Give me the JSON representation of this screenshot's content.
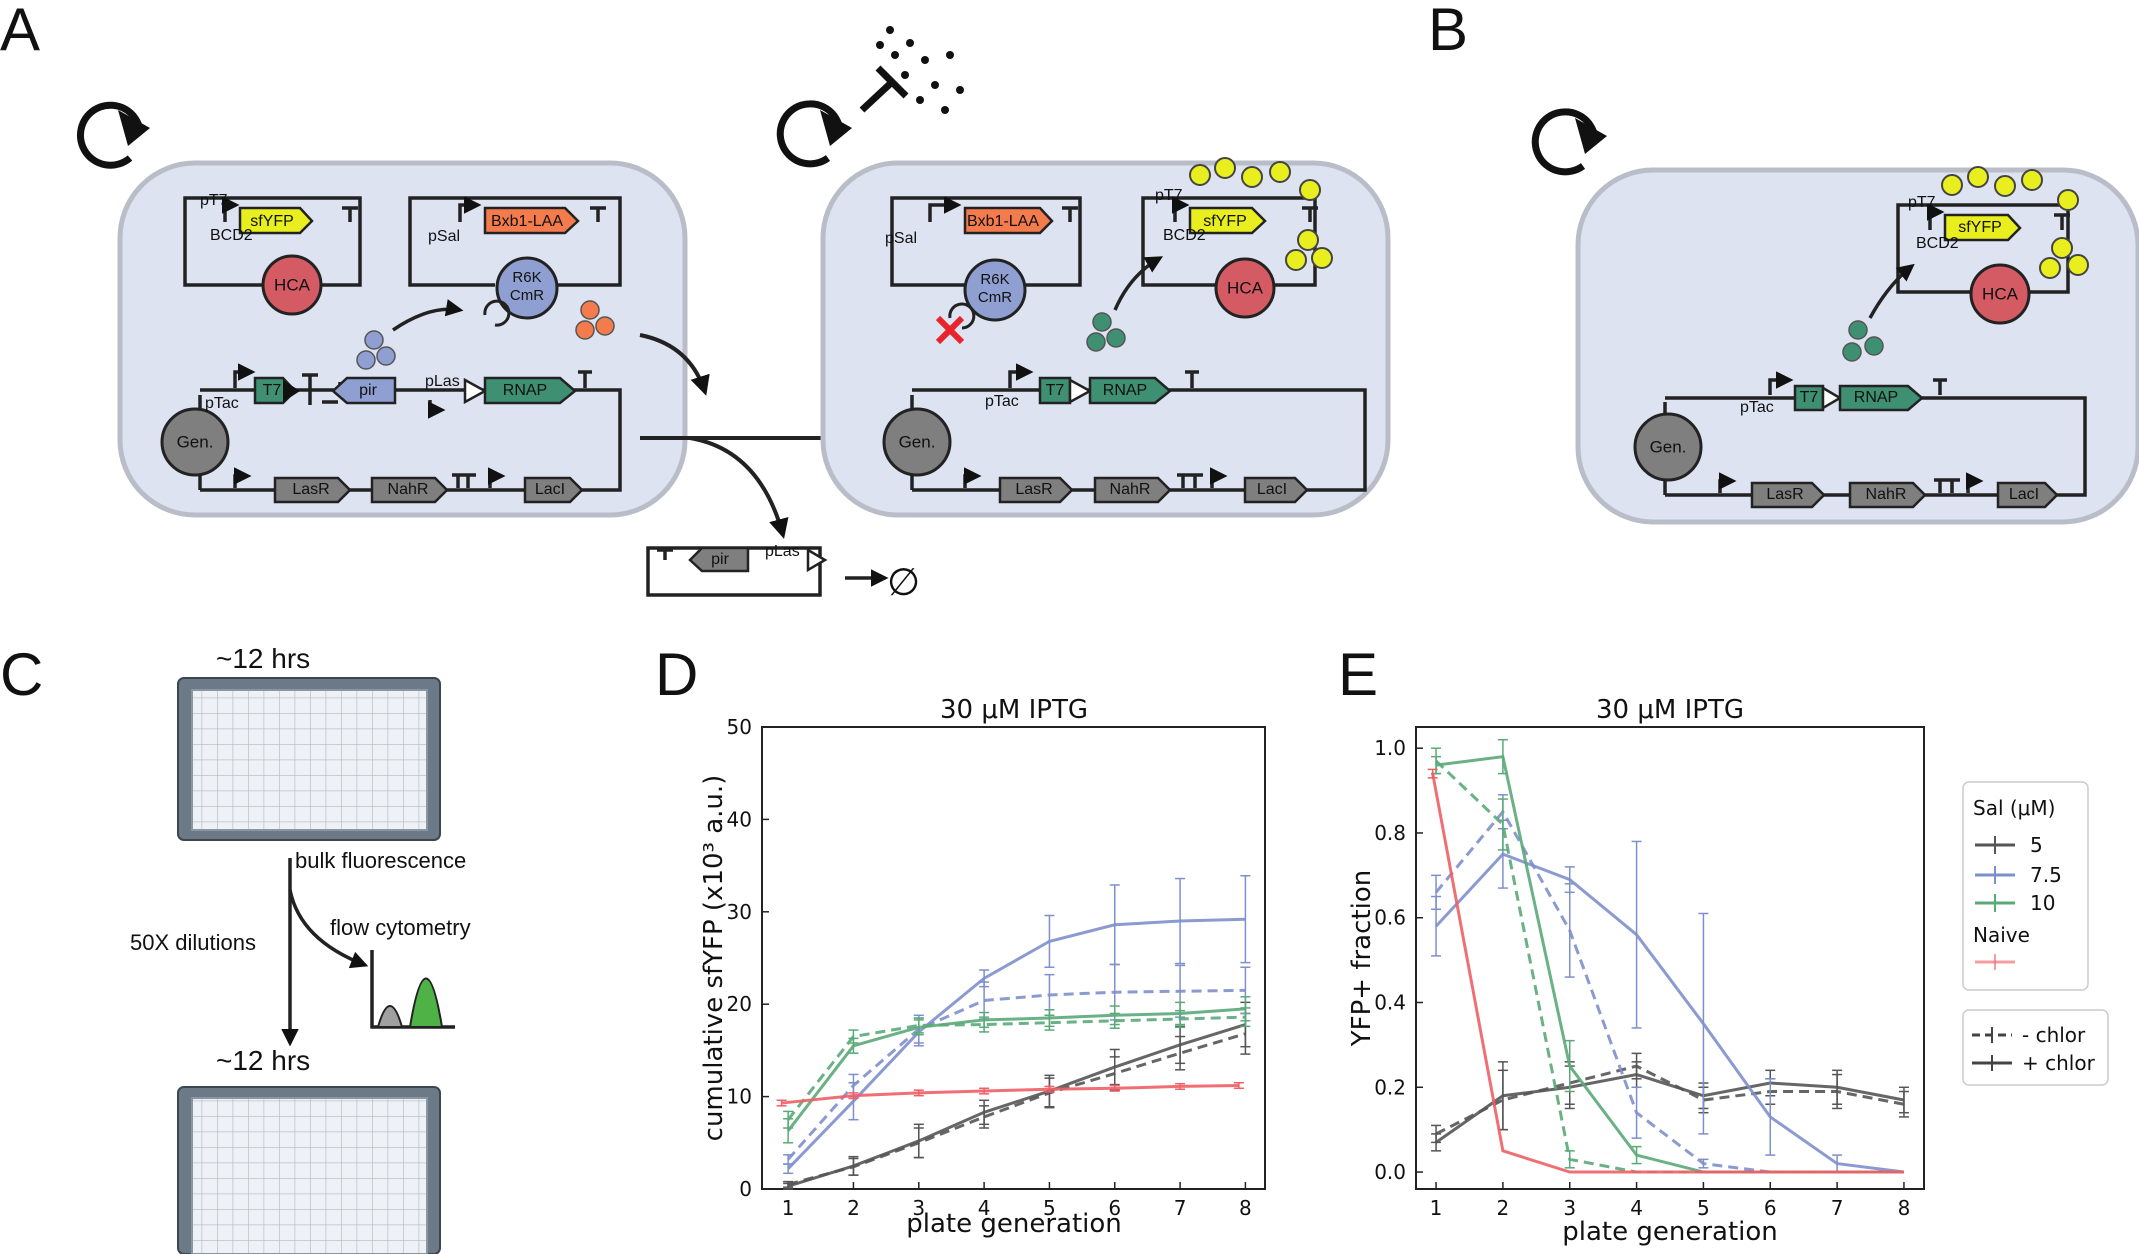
{
  "panels": {
    "A": "A",
    "B": "B",
    "C": "C",
    "D": "D",
    "E": "E"
  },
  "genes": {
    "sfyfp": "sfYFP",
    "bxb1": "Bxb1-LAA",
    "hca": "HCA",
    "r6k": "R6K",
    "cmr": "CmR",
    "t7": "T7",
    "pir": "pir",
    "rnap": "RNAP",
    "gen": "Gen.",
    "lasr": "LasR",
    "nahr": "NahR",
    "laci": "LacI"
  },
  "promoters": {
    "pt7": "pT7",
    "bcd2": "BCD2",
    "psal": "pSal",
    "plas": "pLas",
    "ptac": "pTac"
  },
  "null_symbol": "∅",
  "panel_c": {
    "time_top": "~12 hrs",
    "bulk": "bulk fluorescence",
    "flow": "flow cytometry",
    "dilution": "50X dilutions",
    "time_bottom": "~12 hrs"
  },
  "colors": {
    "sal5": "#555555",
    "sal7_5": "#7e8fcc",
    "sal10": "#5aaa78",
    "naive": "#ee5f66",
    "cell_fill": "#dde3f0",
    "cell_stroke": "#b9bdc8",
    "yfp": "#e9ef1e",
    "bxb1": "#f47c4c",
    "hca": "#d45a63",
    "r6k": "#8f9fd1",
    "t7": "#3f8f72",
    "gray_gene": "#7f7f7f"
  },
  "legend": {
    "sal_title": "Sal (μM)",
    "sal_items": [
      "5",
      "7.5",
      "10"
    ],
    "naive_title": "Naive",
    "minus_chlor": "- chlor",
    "plus_chlor": "+ chlor"
  },
  "chart_data": [
    {
      "id": "D",
      "type": "line",
      "title": "30 μM IPTG",
      "xlabel": "plate generation",
      "ylabel": "cumulative sfYFP (x10³ a.u.)",
      "xlim": [
        0.6,
        8.3
      ],
      "ylim": [
        0,
        50
      ],
      "xticks": [
        1,
        2,
        3,
        4,
        5,
        6,
        7,
        8
      ],
      "yticks": [
        0,
        10,
        20,
        30,
        40,
        50
      ],
      "x": [
        1,
        2,
        3,
        4,
        5,
        6,
        7,
        8
      ],
      "series": [
        {
          "name": "5",
          "color": "#555555",
          "style": "solid",
          "values": [
            0.3,
            2.5,
            5.2,
            8.3,
            10.6,
            13.2,
            15.6,
            17.8
          ],
          "err": [
            0.3,
            1.0,
            1.8,
            1.3,
            1.7,
            1.9,
            2.0,
            2.4
          ]
        },
        {
          "name": "5",
          "color": "#555555",
          "style": "dashed",
          "values": [
            0.5,
            2.4,
            5.0,
            7.8,
            10.4,
            12.5,
            14.7,
            16.8
          ],
          "err": [
            0.3,
            0.9,
            1.6,
            1.2,
            1.6,
            1.8,
            1.8,
            2.2
          ]
        },
        {
          "name": "7.5",
          "color": "#7e8fcc",
          "style": "solid",
          "values": [
            2.2,
            9.5,
            17.0,
            22.8,
            26.8,
            28.6,
            29.0,
            29.2
          ],
          "err": [
            0.5,
            2.0,
            1.5,
            0.9,
            2.8,
            4.3,
            4.6,
            4.7
          ]
        },
        {
          "name": "7.5",
          "color": "#7e8fcc",
          "style": "dashed",
          "values": [
            3.2,
            11.2,
            17.3,
            20.4,
            21.0,
            21.3,
            21.4,
            21.5
          ],
          "err": [
            0.5,
            1.2,
            1.5,
            2.0,
            2.2,
            3.0,
            2.8,
            2.5
          ]
        },
        {
          "name": "10",
          "color": "#5aaa78",
          "style": "solid",
          "values": [
            6.3,
            15.5,
            17.5,
            18.3,
            18.5,
            18.8,
            19.0,
            19.5
          ],
          "err": [
            1.3,
            0.8,
            0.8,
            0.8,
            0.9,
            1.0,
            1.2,
            1.3
          ]
        },
        {
          "name": "10",
          "color": "#5aaa78",
          "style": "dashed",
          "values": [
            7.5,
            16.5,
            17.7,
            17.8,
            18.0,
            18.2,
            18.4,
            18.6
          ],
          "err": [
            0.9,
            0.7,
            0.8,
            0.8,
            0.8,
            0.8,
            0.9,
            1.0
          ]
        },
        {
          "name": "Naive",
          "color": "#ee5f66",
          "style": "solid",
          "values": [
            9.3,
            10.1,
            10.4,
            10.6,
            10.8,
            10.9,
            11.1,
            11.2
          ],
          "err": [
            0.3,
            0.3,
            0.3,
            0.3,
            0.3,
            0.3,
            0.3,
            0.3
          ],
          "x": [
            0.9,
            2,
            3,
            4,
            5,
            6,
            7,
            7.9
          ]
        }
      ]
    },
    {
      "id": "E",
      "type": "line",
      "title": "30 μM IPTG",
      "xlabel": "plate generation",
      "ylabel": "YFP+ fraction",
      "xlim": [
        0.7,
        8.3
      ],
      "ylim": [
        -0.04,
        1.05
      ],
      "xticks": [
        1,
        2,
        3,
        4,
        5,
        6,
        7,
        8
      ],
      "yticks": [
        0.0,
        0.2,
        0.4,
        0.6,
        0.8,
        1.0
      ],
      "x": [
        1,
        2,
        3,
        4,
        5,
        6,
        7,
        8
      ],
      "series": [
        {
          "name": "5",
          "color": "#555555",
          "style": "solid",
          "values": [
            0.07,
            0.18,
            0.2,
            0.23,
            0.18,
            0.21,
            0.2,
            0.17
          ],
          "err": [
            0.02,
            0.08,
            0.05,
            0.03,
            0.03,
            0.03,
            0.04,
            0.03
          ]
        },
        {
          "name": "5",
          "color": "#555555",
          "style": "dashed",
          "values": [
            0.09,
            0.17,
            0.21,
            0.25,
            0.17,
            0.19,
            0.19,
            0.16
          ],
          "err": [
            0.02,
            0.07,
            0.05,
            0.03,
            0.03,
            0.03,
            0.04,
            0.03
          ]
        },
        {
          "name": "7.5",
          "color": "#7e8fcc",
          "style": "solid",
          "values": [
            0.58,
            0.75,
            0.69,
            0.56,
            0.35,
            0.13,
            0.02,
            0.0
          ],
          "err": [
            0.07,
            0.08,
            0.03,
            0.22,
            0.26,
            0.09,
            0.02,
            0.0
          ]
        },
        {
          "name": "7.5",
          "color": "#7e8fcc",
          "style": "dashed",
          "values": [
            0.66,
            0.85,
            0.57,
            0.14,
            0.02,
            0.0,
            0.0,
            0.0
          ],
          "err": [
            0.04,
            0.04,
            0.11,
            0.06,
            0.01,
            0.0,
            0.0,
            0.0
          ]
        },
        {
          "name": "10",
          "color": "#5aaa78",
          "style": "solid",
          "values": [
            0.96,
            0.98,
            0.25,
            0.04,
            0.0,
            0.0,
            0.0,
            0.0
          ],
          "err": [
            0.02,
            0.04,
            0.06,
            0.02,
            0.0,
            0.0,
            0.0,
            0.0
          ]
        },
        {
          "name": "10",
          "color": "#5aaa78",
          "style": "dashed",
          "values": [
            0.97,
            0.82,
            0.03,
            0.0,
            0.0,
            0.0,
            0.0,
            0.0
          ],
          "err": [
            0.03,
            0.06,
            0.02,
            0.0,
            0.0,
            0.0,
            0.0,
            0.0
          ]
        },
        {
          "name": "Naive",
          "color": "#ee5f66",
          "style": "solid",
          "values": [
            0.94,
            0.05,
            0.0,
            0.0,
            0.0,
            0.0,
            0.0,
            0.0
          ],
          "err": [
            0.01,
            0.0,
            0.0,
            0.0,
            0.0,
            0.0,
            0.0,
            0.0
          ],
          "x": [
            0.95,
            2,
            3,
            4,
            5,
            6,
            7,
            8
          ]
        }
      ]
    }
  ]
}
